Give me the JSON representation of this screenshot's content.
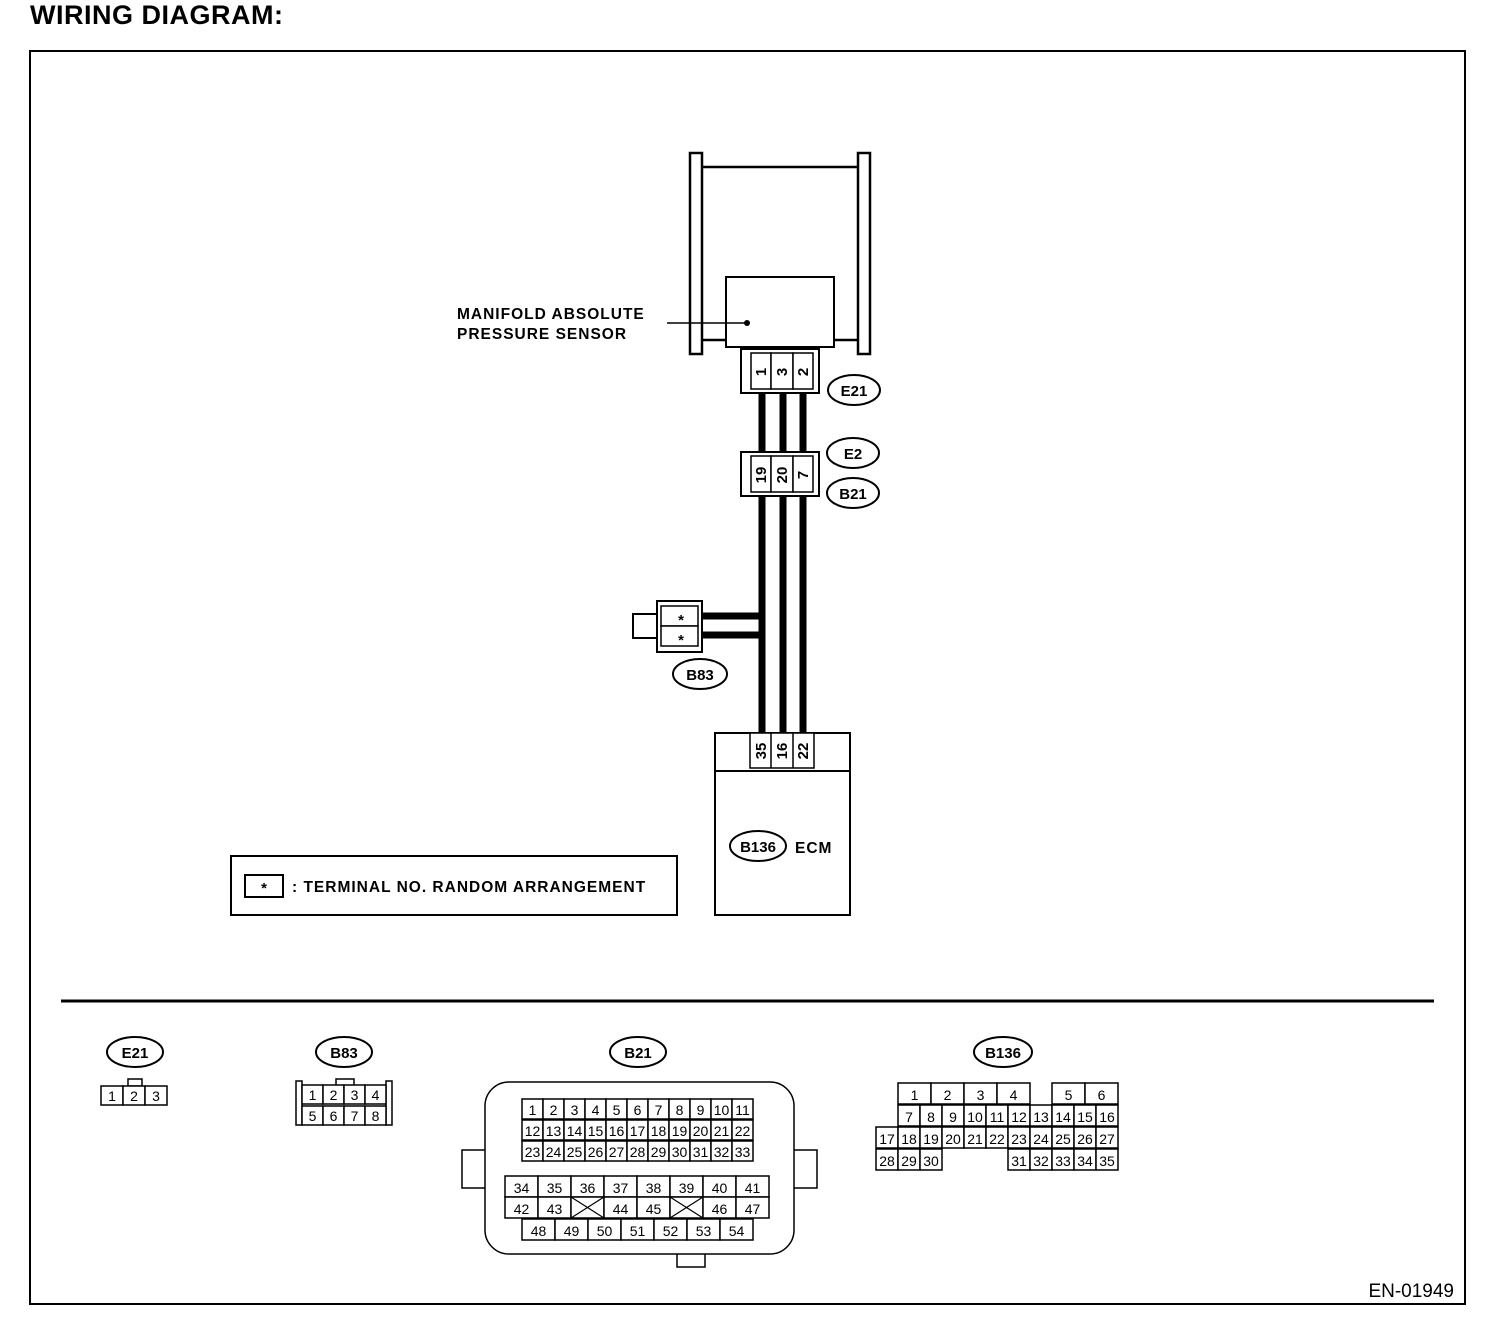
{
  "title": "WIRING DIAGRAM:",
  "figure_id": "EN-01949",
  "sensor_label": [
    "MANIFOLD ABSOLUTE",
    "PRESSURE SENSOR"
  ],
  "ecm_label": "ECM",
  "legend": {
    "symbol": "*",
    "text": ": TERMINAL NO. RANDOM ARRANGEMENT"
  },
  "connectors": {
    "e21": {
      "id": "E21",
      "pins": [
        "1",
        "3",
        "2"
      ]
    },
    "e2_b21": {
      "ids": [
        "E2",
        "B21"
      ],
      "pins": [
        "19",
        "20",
        "7"
      ]
    },
    "b83": {
      "id": "B83",
      "pins": [
        "*",
        "*"
      ]
    },
    "b136": {
      "id": "B136",
      "pins": [
        "35",
        "16",
        "22"
      ]
    }
  },
  "connector_faces": {
    "e21": {
      "id": "E21",
      "rows": [
        [
          "1",
          "2",
          "3"
        ]
      ]
    },
    "b83": {
      "id": "B83",
      "rows": [
        [
          "1",
          "2",
          "3",
          "4"
        ],
        [
          "5",
          "6",
          "7",
          "8"
        ]
      ]
    },
    "b21": {
      "id": "B21",
      "upper_rows": [
        [
          "1",
          "2",
          "3",
          "4",
          "5",
          "6",
          "7",
          "8",
          "9",
          "10",
          "11"
        ],
        [
          "12",
          "13",
          "14",
          "15",
          "16",
          "17",
          "18",
          "19",
          "20",
          "21",
          "22"
        ],
        [
          "23",
          "24",
          "25",
          "26",
          "27",
          "28",
          "29",
          "30",
          "31",
          "32",
          "33"
        ]
      ],
      "lower_rows": [
        [
          "34",
          "35",
          "36",
          "37",
          "38",
          "39",
          "40",
          "41"
        ],
        [
          "42",
          "43",
          "",
          "44",
          "45",
          "",
          "46",
          "47"
        ],
        [
          "48",
          "49",
          "50",
          "51",
          "52",
          "53",
          "54"
        ]
      ]
    },
    "b136": {
      "id": "B136",
      "rows": [
        [
          "1",
          "2",
          "3",
          "4",
          "",
          "5",
          "6"
        ],
        [
          "7",
          "8",
          "9",
          "10",
          "11",
          "12",
          "13",
          "14",
          "15",
          "16"
        ],
        [
          "17",
          "18",
          "19",
          "20",
          "21",
          "22",
          "23",
          "24",
          "25",
          "26",
          "27"
        ],
        [
          "28",
          "29",
          "30",
          "31",
          "32",
          "33",
          "34",
          "35"
        ]
      ]
    }
  }
}
